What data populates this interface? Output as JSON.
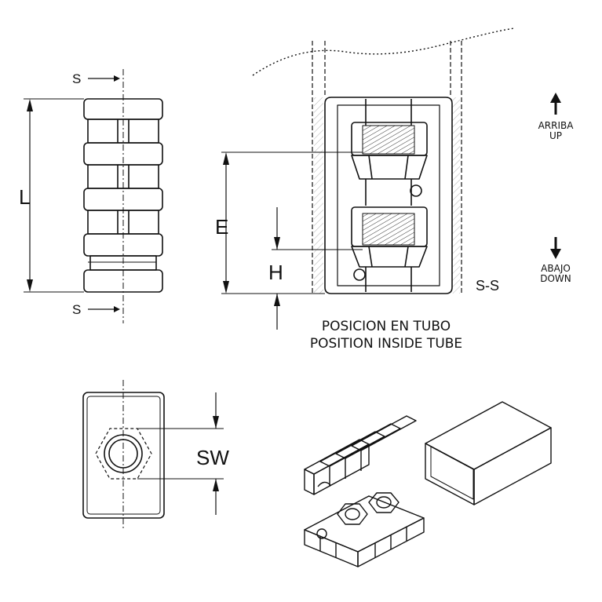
{
  "labels": {
    "section_top": "S",
    "section_bottom": "S",
    "dim_length": "L",
    "dim_e": "E",
    "dim_h": "H",
    "dim_sw": "SW",
    "section_name": "S-S",
    "up_es": "ARRIBA",
    "up_en": "UP",
    "down_es": "ABAJO",
    "down_en": "DOWN",
    "caption_es": "POSICION EN TUBO",
    "caption_en": "POSITION INSIDE TUBE"
  },
  "icons": [
    "arrow-up-icon",
    "arrow-down-icon"
  ]
}
